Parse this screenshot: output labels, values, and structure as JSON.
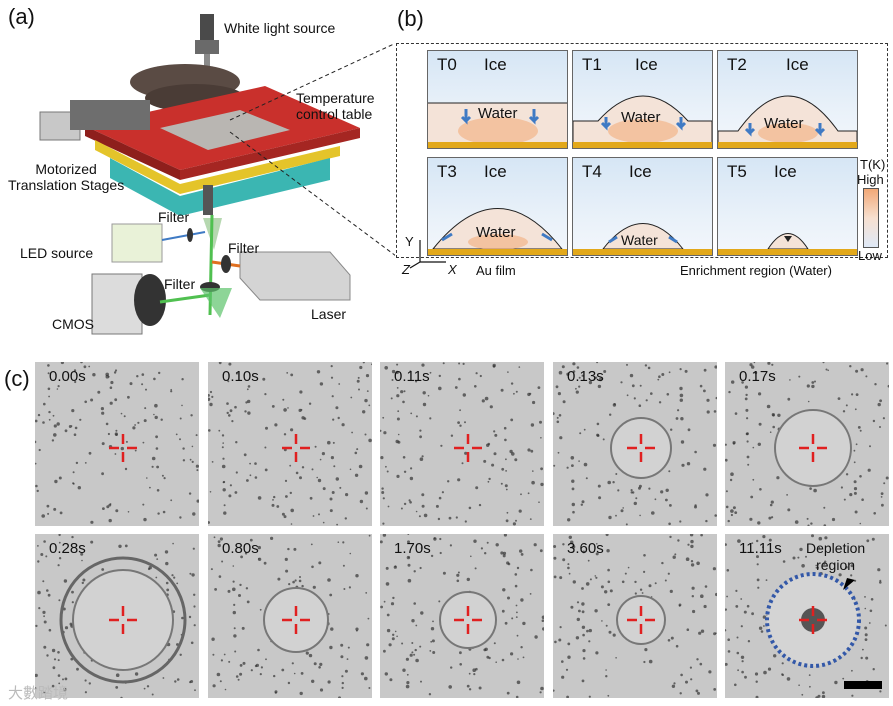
{
  "panels": {
    "a": {
      "letter": "(a)",
      "labels": {
        "white_light": "White light source",
        "temp_table": "Temperature\ncontrol table",
        "motorized": "Motorized\nTranslation Stages",
        "filter1": "Filter",
        "filter2": "Filter",
        "filter3": "Filter",
        "led": "LED source",
        "cmos": "CMOS",
        "laser": "Laser"
      }
    },
    "b": {
      "letter": "(b)",
      "cells": [
        {
          "time": "T0",
          "ice": "Ice",
          "water": "Water"
        },
        {
          "time": "T1",
          "ice": "Ice",
          "water": "Water"
        },
        {
          "time": "T2",
          "ice": "Ice",
          "water": "Water"
        },
        {
          "time": "T3",
          "ice": "Ice",
          "water": "Water"
        },
        {
          "time": "T4",
          "ice": "Ice",
          "water": "Water"
        },
        {
          "time": "T5",
          "ice": "Ice",
          "water": ""
        }
      ],
      "axes": {
        "y": "Y",
        "z": "Z",
        "x": "X"
      },
      "au_film": "Au film",
      "enrichment": "Enrichment region (Water)",
      "colorbar": {
        "title": "T(K)",
        "high": "High",
        "low": "Low"
      }
    },
    "c": {
      "letter": "(c)",
      "times": [
        "0.00s",
        "0.10s",
        "0.11s",
        "0.13s",
        "0.17s",
        "0.28s",
        "0.80s",
        "1.70s",
        "3.60s",
        "11.11s"
      ],
      "depletion": "Depletion\nregion"
    }
  },
  "watermark": "大數踏境",
  "colors": {
    "film": "#e2a81a",
    "arrow": "#3f7ac4",
    "cross": "#e02020",
    "ring": "#3358a8"
  }
}
